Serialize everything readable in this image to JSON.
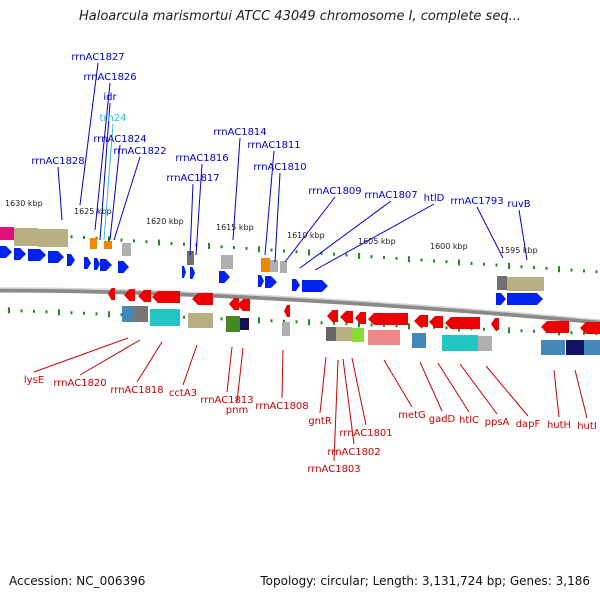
{
  "title": "Haloarcula marismortui ATCC 43049 chromosome I, complete seq...",
  "footer": {
    "accession": "Accession: NC_006396",
    "info": "Topology: circular; Length: 3,131,724 bp; Genes: 3,186"
  },
  "colors": {
    "top_label": "#0000cc",
    "top_label_alt": "#33bbdd",
    "bottom_label": "#cc0000",
    "fwd_gene": "#0022ee",
    "rev_gene": "#ee0000",
    "tick": "#228822"
  },
  "kbp_labels": [
    "1630 kbp",
    "1625 kbp",
    "1620 kbp",
    "1615 kbp",
    "1610 kbp",
    "1605 kbp",
    "1600 kbp",
    "1595 kbp"
  ],
  "top_genes": [
    "rrnAC1827",
    "rrnAC1826",
    "idr",
    "trn24",
    "rrnAC1824",
    "rrnAC1822",
    "rrnAC1828",
    "rrnAC1814",
    "rrnAC1816",
    "rrnAC1811",
    "rrnAC1817",
    "rrnAC1810",
    "rrnAC1809",
    "rrnAC1807",
    "htlD",
    "rrnAC1793",
    "ruvB"
  ],
  "bottom_genes": [
    "lysE",
    "rrnAC1820",
    "rrnAC1818",
    "cctA3",
    "rrnAC1813",
    "pnm",
    "rrnAC1808",
    "gntR",
    "rrnAC1801",
    "rrnAC1802",
    "rrnAC1803",
    "metG",
    "gadD",
    "htlC",
    "ppsA",
    "dapF",
    "hutH",
    "hutI"
  ]
}
